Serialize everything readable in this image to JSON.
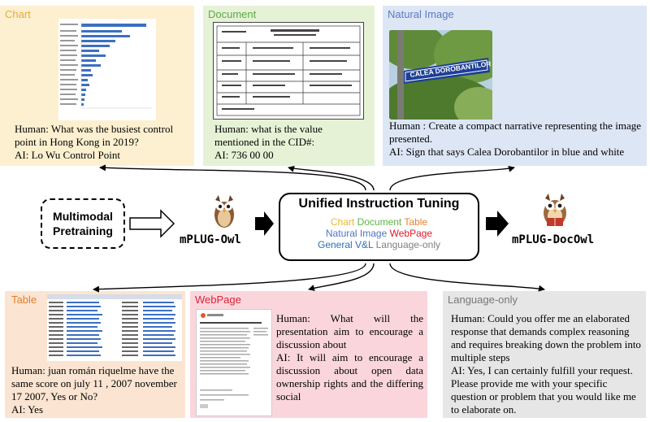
{
  "panels": {
    "chart": {
      "title": "Chart",
      "title_color": "#e8a93a",
      "bg": "#fdf0d0",
      "qa": [
        "Human: What was the busiest control point in Hong Kong in 2019?",
        "AI: Lo Wu Control Point"
      ]
    },
    "document": {
      "title": "Document",
      "title_color": "#5fa84a",
      "bg": "#e6f2d6",
      "qa": [
        "Human: what is the value mentioned in the CID#:",
        "AI: 736 00 00"
      ]
    },
    "natural": {
      "title": "Natural Image",
      "title_color": "#5b7bc2",
      "bg": "#dde6f5",
      "qa": [
        "Human : Create a compact narrative representing the image presented.",
        "AI: Sign that says Calea Dorobantilor in blue and white"
      ],
      "sign_text": "CALEA DOROBANTILOR"
    },
    "table": {
      "title": "Table",
      "title_color": "#e0802e",
      "bg": "#fbe5d2",
      "qa": [
        "Human: juan román riquelme have the same score on july 11 , 2007 november 17 2007, Yes or No?",
        "AI: Yes"
      ]
    },
    "webpage": {
      "title": "WebPage",
      "title_color": "#d8243a",
      "bg": "#fad6dc",
      "qa": [
        "Human: What will the presentation aim to encourage a discussion about",
        "AI: It will aim to encourage a discussion about open data ownership rights and the differing social"
      ]
    },
    "language": {
      "title": "Language-only",
      "title_color": "#777777",
      "bg": "#e6e6e6",
      "qa": [
        "Human: Could you offer me an elaborated response that demands complex reasoning and requires breaking down the problem into multiple steps",
        "AI: Yes, I can certainly fulfill your request. Please provide me with your specific question or problem that you would like me to elaborate on."
      ]
    }
  },
  "center": {
    "title": "Unified Instruction Tuning",
    "chart": "Chart",
    "chart_color": "#f0b62c",
    "document": "Document",
    "document_color": "#5fb548",
    "table": "Table",
    "table_color": "#e5842f",
    "natural": "Natural Image",
    "natural_color": "#4f74c0",
    "webpage": "WebPage",
    "webpage_color": "#e0182d",
    "general": "General V&L",
    "general_color": "#2e6fb8",
    "language": "Language-only",
    "language_color": "#808080"
  },
  "pretraining": {
    "line1": "Multimodal",
    "line2": "Pretraining"
  },
  "models": {
    "owl": "mPLUG-Owl",
    "docowl": "mPLUG-DocOwl"
  }
}
